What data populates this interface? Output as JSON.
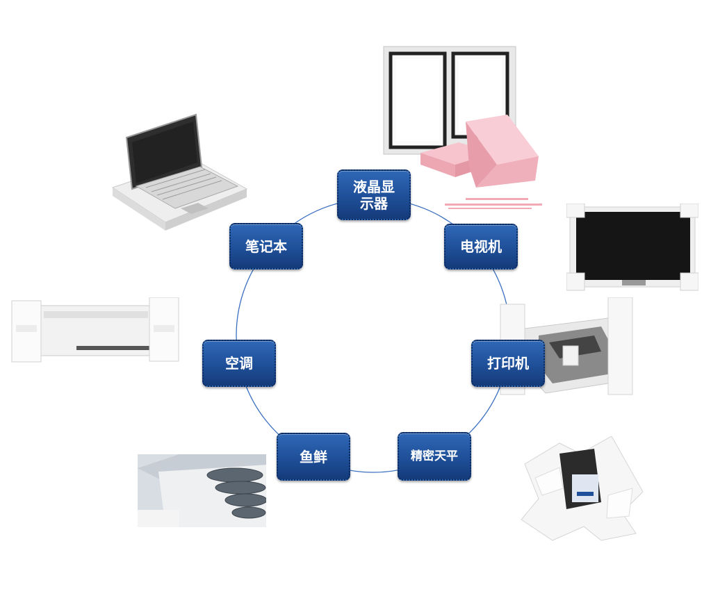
{
  "nodes": {
    "lcd": "液晶显\n示器",
    "tv": "电视机",
    "printer": "打印机",
    "balance": "精密天平",
    "fish": "鱼鲜",
    "ac": "空调",
    "laptop": "笔记本"
  },
  "colors": {
    "node_fill": "#1f4f98",
    "ring": "#3b6fc0",
    "foam": "#f4f4f4",
    "pink_foam": "#f4b8c2"
  },
  "icons": [
    "laptop-image",
    "lcd-frame-image",
    "pink-foam-box-image",
    "tv-image",
    "printer-image",
    "air-conditioner-image",
    "balance-foam-image",
    "fish-box-image"
  ]
}
